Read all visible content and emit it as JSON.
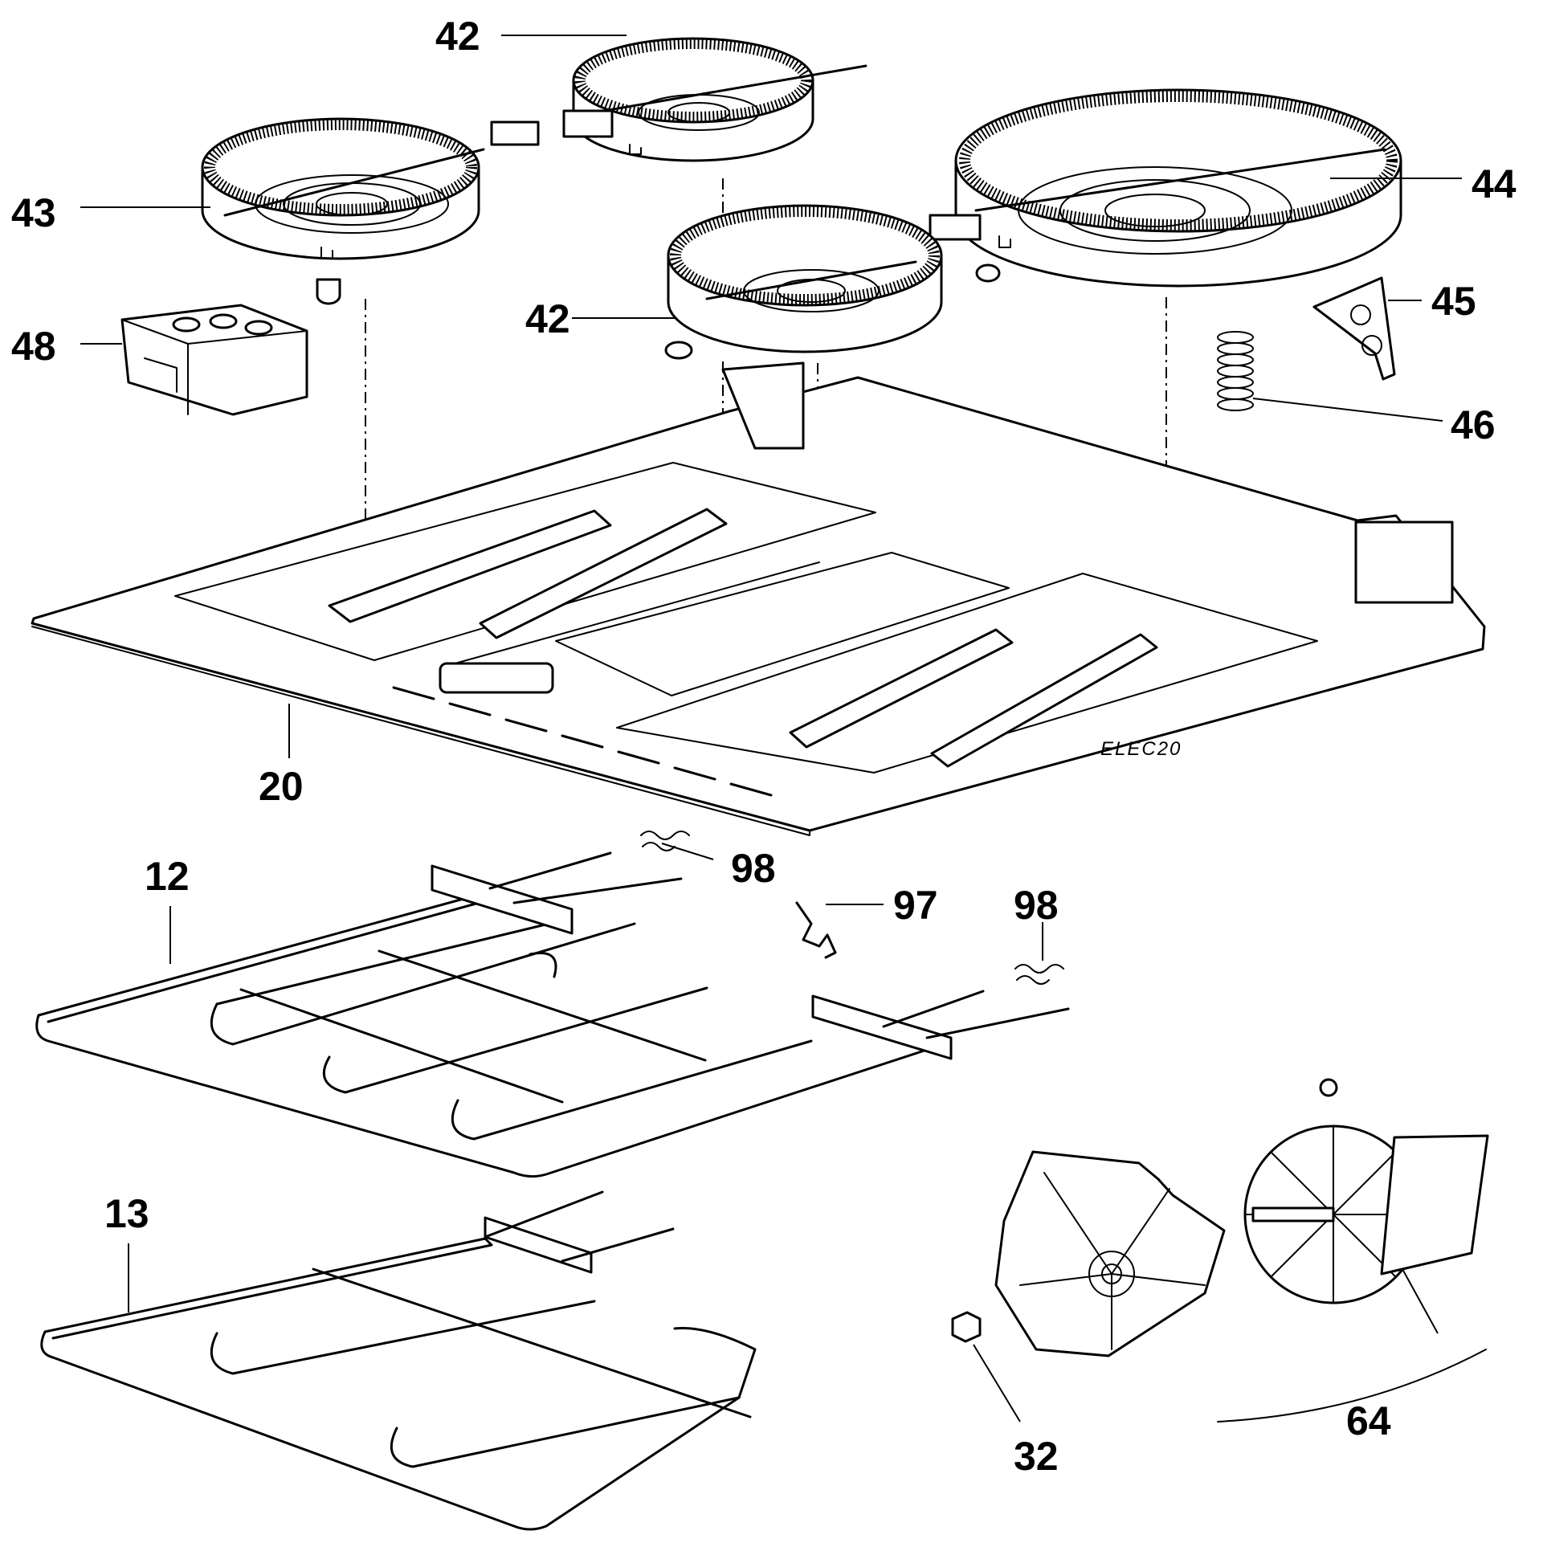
{
  "diagram": {
    "drawing_code": "ELEC20",
    "labels": {
      "l42_top": "42",
      "l43": "43",
      "l44": "44",
      "l42_mid": "42",
      "l48": "48",
      "l45": "45",
      "l46": "46",
      "l20": "20",
      "l12": "12",
      "l98_a": "98",
      "l97": "97",
      "l98_b": "98",
      "l13": "13",
      "l32": "32",
      "l64": "64"
    }
  }
}
